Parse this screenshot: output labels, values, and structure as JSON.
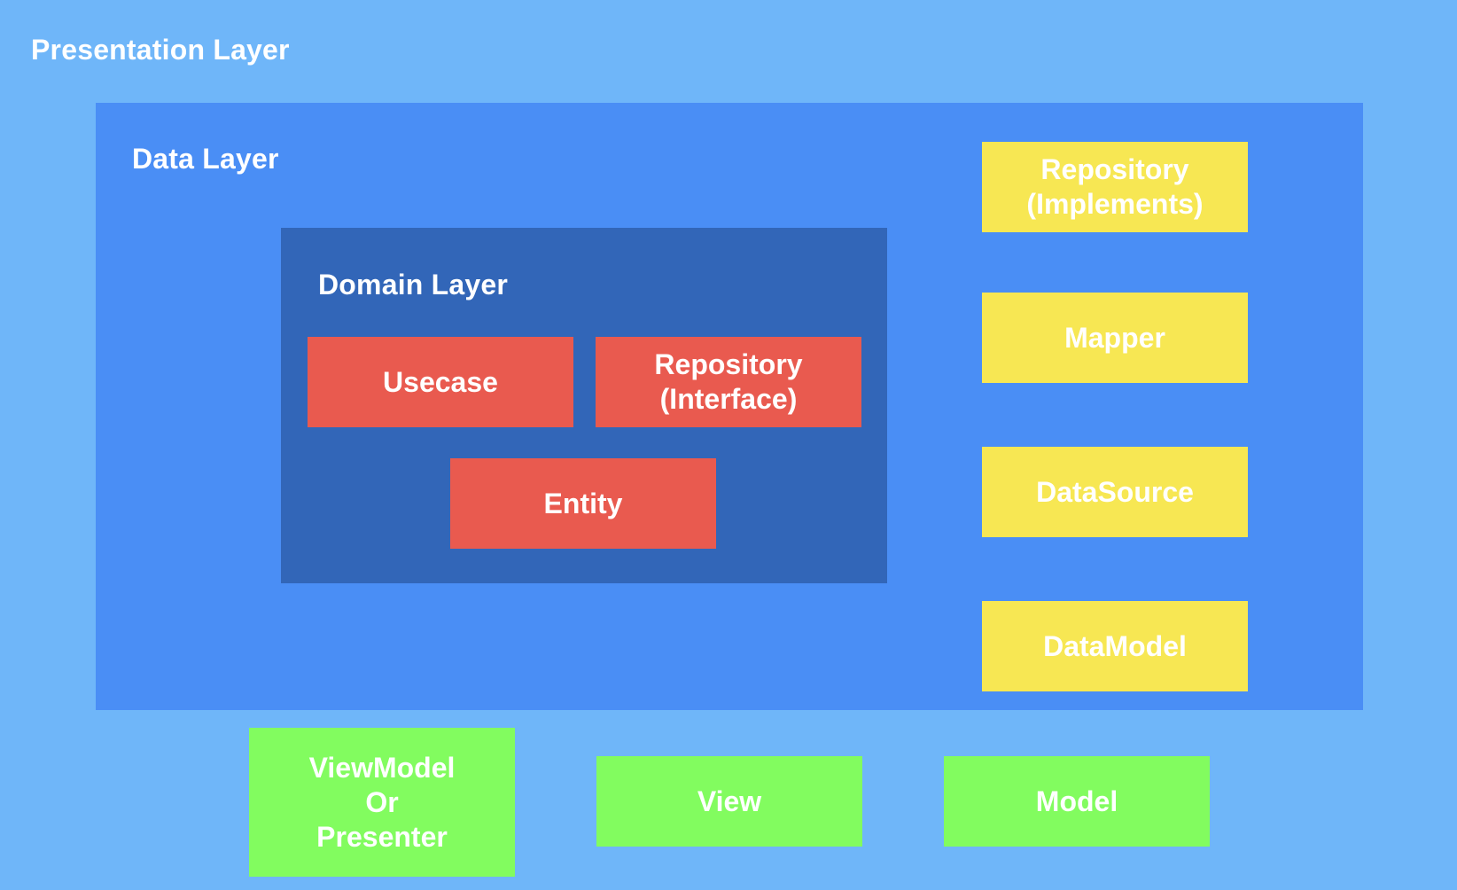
{
  "presentation_layer": {
    "title": "Presentation Layer",
    "boxes": {
      "viewmodel": "ViewModel\nOr\nPresenter",
      "view": "View",
      "model": "Model"
    }
  },
  "data_layer": {
    "title": "Data Layer",
    "boxes": {
      "repository_implements": "Repository\n(Implements)",
      "mapper": "Mapper",
      "datasource": "DataSource",
      "datamodel": "DataModel"
    }
  },
  "domain_layer": {
    "title": "Domain Layer",
    "boxes": {
      "usecase": "Usecase",
      "repository_interface": "Repository\n(Interface)",
      "entity": "Entity"
    }
  },
  "colors": {
    "presentation_layer": "#6fb6f9",
    "data_layer": "#4a8ef5",
    "domain_layer": "#3266b8",
    "domain_box": "#e95a4f",
    "data_box": "#f7e753",
    "presentation_box": "#82fc5f",
    "text": "#ffffff"
  }
}
